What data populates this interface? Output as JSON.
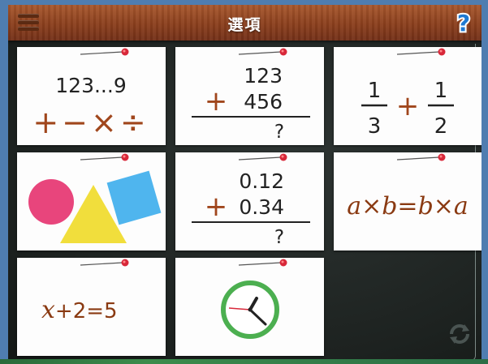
{
  "header": {
    "title": "選項"
  },
  "cards": {
    "arithmetic": {
      "digits": "123...9",
      "operators": "+−×÷"
    },
    "column_add": {
      "top": "123",
      "op": "+",
      "bottom": "456",
      "result": "?"
    },
    "fractions": {
      "a_num": "1",
      "a_den": "3",
      "op": "+",
      "b_num": "1",
      "b_den": "2"
    },
    "decimal_add": {
      "top": "0.12",
      "op": "+",
      "bottom": "0.34",
      "result": "?"
    },
    "commutative": {
      "formula": "a×b=b×a"
    },
    "equation": {
      "variable": "x",
      "rest": "+2=5"
    }
  },
  "icons": {
    "menu": "hamburger-icon",
    "help": "question-icon",
    "shapes": "shapes-icon",
    "clock": "clock-icon",
    "refresh": "refresh-icon"
  },
  "colors": {
    "header": "#8b3f1d",
    "operator": "#a0461c",
    "formula": "#8a3a12",
    "circle": "#e8457c",
    "triangle": "#f1de3c",
    "square": "#4fb5ee",
    "clock_ring": "#4caf50"
  }
}
